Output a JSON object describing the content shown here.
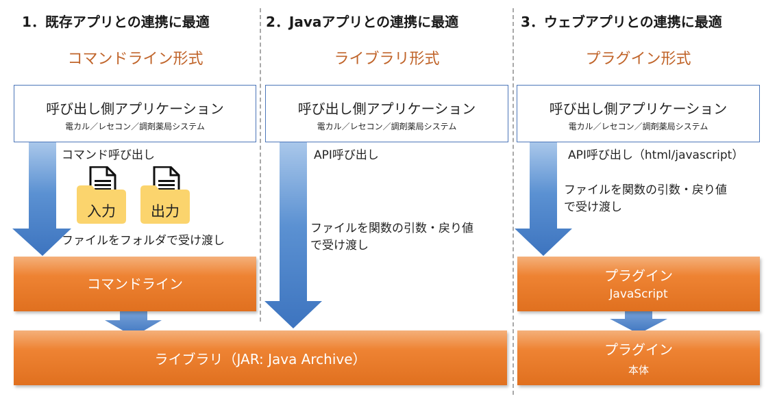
{
  "columns": [
    {
      "heading": "1．既存アプリとの連携に最適",
      "subtitle": "コマンドライン形式",
      "caller_title": "呼び出し側アプリケーション",
      "caller_subtitle": "電カル／レセコン／調剤薬局システム",
      "call_note": "コマンド呼び出し",
      "transfer_note": "ファイルをフォルダで受け渡し",
      "input_label": "入力",
      "output_label": "出力",
      "box_label": "コマンドライン"
    },
    {
      "heading": "2．Javaアプリとの連携に最適",
      "subtitle": "ライブラリ形式",
      "caller_title": "呼び出し側アプリケーション",
      "caller_subtitle": "電カル／レセコン／調剤薬局システム",
      "call_note": "API呼び出し",
      "transfer_note_line1": "ファイルを関数の引数・戻り値",
      "transfer_note_line2": "で受け渡し"
    },
    {
      "heading": "3．ウェブアプリとの連携に最適",
      "subtitle": "プラグイン形式",
      "caller_title": "呼び出し側アプリケーション",
      "caller_subtitle": "電カル／レセコン／調剤薬局システム",
      "call_note": "API呼び出し（html/javascript）",
      "transfer_note_line1": "ファイルを関数の引数・戻り値",
      "transfer_note_line2": "で受け渡し",
      "plugin_js_label": "プラグイン",
      "plugin_js_sub": "JavaScript",
      "plugin_body_label": "プラグイン",
      "plugin_body_sub": "本体"
    }
  ],
  "library_label": "ライブラリ（JAR: Java Archive）",
  "colors": {
    "accent": "#c0642a",
    "arrow": "#4f86c9",
    "box": "#ee8333",
    "border": "#4a74b8"
  },
  "icons": [
    "document-icon",
    "folder-icon",
    "arrow-down-icon"
  ]
}
